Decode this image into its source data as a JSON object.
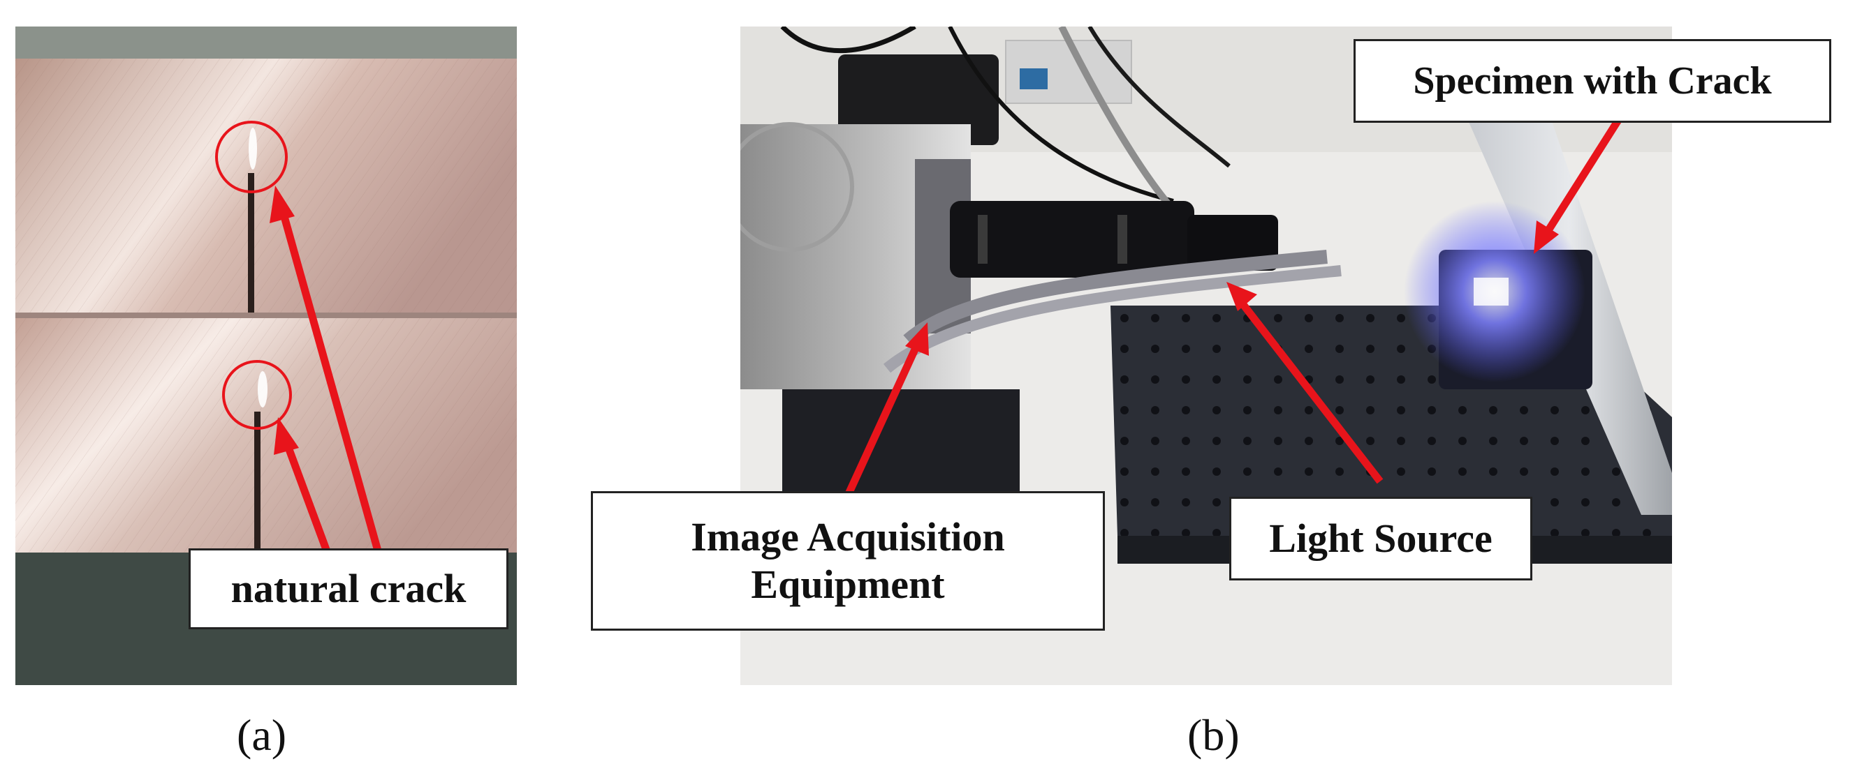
{
  "panel_a": {
    "callout": "natural crack",
    "caption": "(a)"
  },
  "panel_b": {
    "callouts": {
      "specimen": "Specimen with Crack",
      "equipment_line1": "Image Acquisition",
      "equipment_line2": "Equipment",
      "light": "Light Source"
    },
    "caption": "(b)"
  },
  "colors": {
    "annotation": "#e8141b",
    "metal": "#c9a79c",
    "table": "#ecebe9",
    "breadboard": "#2b2e36",
    "led": "#5a5cff"
  }
}
